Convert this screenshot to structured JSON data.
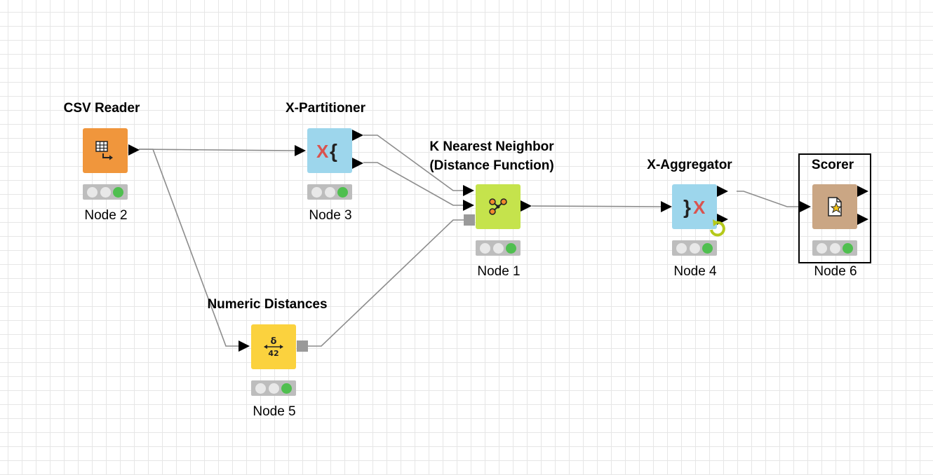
{
  "workflow": {
    "nodes": {
      "csv_reader": {
        "title": "CSV Reader",
        "label": "Node 2",
        "color": "#f0963c",
        "icon": "table-arrow-icon"
      },
      "x_partitioner": {
        "title": "X-Partitioner",
        "label": "Node 3",
        "color": "#9dd6ec",
        "icon": "loop-start-icon"
      },
      "knn": {
        "title_line1": "K Nearest Neighbor",
        "title_line2": "(Distance Function)",
        "label": "Node 1",
        "color": "#c5e34c",
        "icon": "neighbor-graph-icon"
      },
      "numeric_dist": {
        "title": "Numeric Distances",
        "label": "Node 5",
        "color": "#fbd23e",
        "icon": "delta-distance-icon",
        "icon_top": "δ",
        "icon_bottom": "42"
      },
      "x_aggregator": {
        "title": "X-Aggregator",
        "label": "Node 4",
        "color": "#9dd6ec",
        "icon": "loop-end-icon"
      },
      "scorer": {
        "title": "Scorer",
        "label": "Node 6",
        "color": "#caa684",
        "icon": "scorer-document-icon"
      }
    },
    "status_colors": {
      "on": "#4fbf4f",
      "off": "#e8e8e8",
      "bar": "#bdbdbd"
    },
    "wire_color": "#8c8c8c"
  }
}
